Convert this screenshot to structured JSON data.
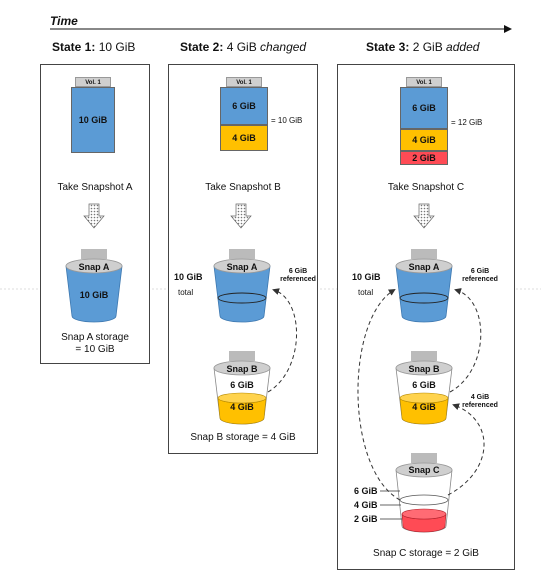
{
  "timeline": {
    "label": "Time"
  },
  "states": [
    {
      "title_bold": "State 1:",
      "title_rest": " 10 GiB",
      "title_italic": "",
      "volume": {
        "tab": "Vol. 1",
        "segments": [
          "10 GiB"
        ],
        "total": ""
      },
      "action": "Take Snapshot A",
      "snaps": [
        {
          "label": "Snap A",
          "inner": "10 GiB"
        }
      ],
      "storage_line1": "Snap A storage",
      "storage_line2": "= 10 GiB"
    },
    {
      "title_bold": "State 2:",
      "title_rest": " 4 GiB ",
      "title_italic": "changed",
      "volume": {
        "tab": "Vol. 1",
        "segments": [
          "6 GiB",
          "4 GiB"
        ],
        "total": "= 10 GiB"
      },
      "action": "Take Snapshot B",
      "total_label": "10 GiB",
      "total_sub": "total",
      "ref_label": "6 GiB referenced",
      "snaps": [
        {
          "label": "Snap A"
        },
        {
          "label": "Snap B",
          "lines": [
            "6 GiB",
            "4 GiB"
          ]
        }
      ],
      "storage_line1": "Snap B storage = 4 GiB"
    },
    {
      "title_bold": "State 3:",
      "title_rest": " 2 GiB ",
      "title_italic": "added",
      "volume": {
        "tab": "Vol. 1",
        "segments": [
          "6 GiB",
          "4 GiB",
          "2 GiB"
        ],
        "total": "= 12 GiB"
      },
      "action": "Take Snapshot C",
      "total_label": "10 GiB",
      "total_sub": "total",
      "ref_label_a": "6 GiB referenced",
      "ref_label_b": "4 GiB referenced",
      "snaps": [
        {
          "label": "Snap A"
        },
        {
          "label": "Snap B",
          "lines": [
            "6 GiB",
            "4 GiB"
          ]
        },
        {
          "label": "Snap C",
          "lines": [
            "6 GiB",
            "4 GiB",
            "2 GiB"
          ]
        }
      ],
      "storage_line1": "Snap C storage = 2 GiB"
    }
  ],
  "colors": {
    "blue": "#5b9bd5",
    "gold": "#ffc000",
    "red": "#ff4b55",
    "gray": "#cfcfcf"
  }
}
